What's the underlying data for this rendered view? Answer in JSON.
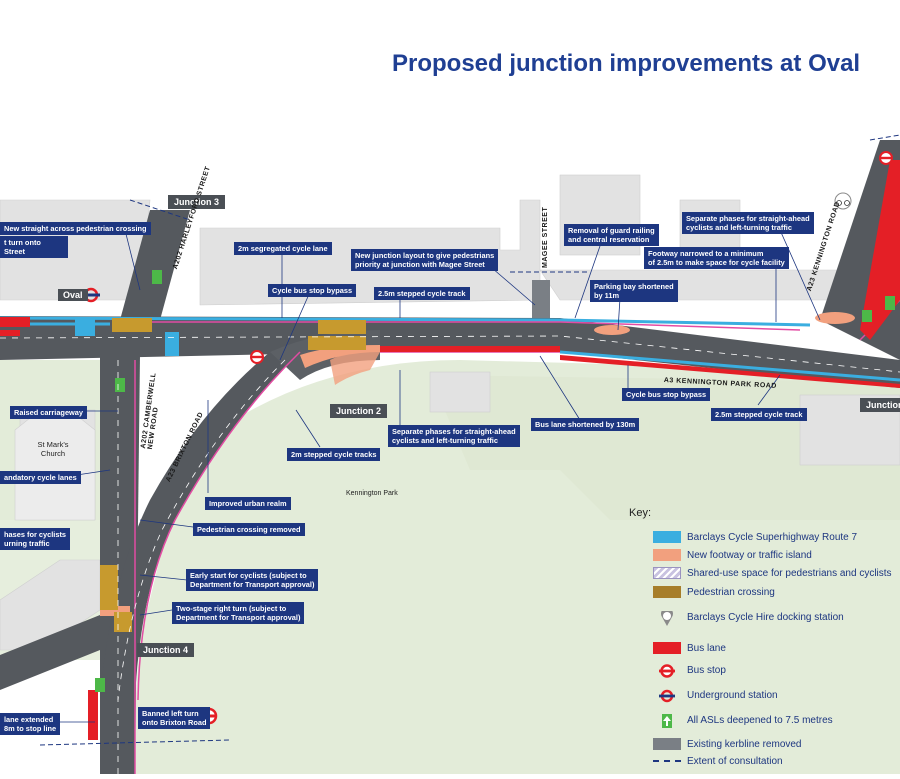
{
  "title": "Proposed junction improvements at Oval",
  "junctions": {
    "j2": "Junction 2",
    "j3": "Junction 3",
    "j4": "Junction 4",
    "j1": "Junction"
  },
  "streets": {
    "harleyford": "A202 HARLEYFORD STREET",
    "camberwell": "A202 CAMBERWELL NEW ROAD",
    "brixton": "A23 BRIXTON ROAD",
    "magee": "MAGEE STREET",
    "kennington_park_road": "A3 KENNINGTON PARK ROAD",
    "kennington_road": "A23 KENNINGTON ROAD"
  },
  "places": {
    "oval": "Oval",
    "church": "St Mark's Church",
    "park": "Kennington Park"
  },
  "callouts": {
    "new_straight": "New straight across pedestrian crossing",
    "banned_right": "t turn onto\nStreet",
    "segregated": "2m segregated cycle lane",
    "cycle_bus_bypass_top": "Cycle bus stop bypass",
    "stepped_25_top": "2.5m stepped cycle track",
    "new_junction_layout": "New junction layout to give pedestrians\npriority at junction with Magee Street",
    "guard_railing": "Removal of guard railing\nand central reservation",
    "parking_bay": "Parking bay shortened\nby 11m",
    "separate_phases_top_right": "Separate phases for straight-ahead\ncyclists and left-turning traffic",
    "footway_narrowed": "Footway narrowed to a minimum\nof 2.5m to make space for cycle facility",
    "cycle_bus_bypass_right": "Cycle bus stop bypass",
    "stepped_25_right": "2.5m stepped cycle track",
    "bus_lane_shortened": "Bus lane shortened by 130m",
    "separate_phases_mid": "Separate phases for straight-ahead\ncyclists and left-turning traffic",
    "stepped_2m": "2m stepped cycle tracks",
    "raised": "Raised carriageway",
    "mandatory": "andatory cycle lanes",
    "phases_left": "hases for cyclists\nurning traffic",
    "urban_realm": "Improved urban realm",
    "ped_crossing_removed": "Pedestrian crossing removed",
    "early_start": "Early start for cyclists (subject to\nDepartment for Transport approval)",
    "two_stage": "Two-stage right turn (subject to\nDepartment for Transport approval)",
    "banned_left": "Banned left turn\nonto Brixton Road",
    "bus_lane_extended": "lane extended\n8m to stop line"
  },
  "key": {
    "title": "Key:",
    "items": [
      {
        "label": "Barclays Cycle Superhighway Route 7",
        "symbol": "cs7-swatch",
        "color": "#3aaee0"
      },
      {
        "label": "New footway or traffic island",
        "symbol": "footway-swatch",
        "color": "#f2a07e"
      },
      {
        "label": "Shared-use space for pedestrians and cyclists",
        "symbol": "shared-swatch",
        "color": "#c8c2e0"
      },
      {
        "label": "Pedestrian crossing",
        "symbol": "crossing-swatch",
        "color": "#a77e2a"
      },
      {
        "label": "Barclays Cycle Hire docking station",
        "symbol": "cycle-hire-icon",
        "color": "#8a8a8a"
      },
      {
        "label": "Bus lane",
        "symbol": "bus-lane-swatch",
        "color": "#e41f26"
      },
      {
        "label": "Bus stop",
        "symbol": "bus-stop-icon",
        "color": "#e41f26"
      },
      {
        "label": "Underground station",
        "symbol": "underground-icon",
        "color": "#1d3680"
      },
      {
        "label": "All ASLs deepened to 7.5 metres",
        "symbol": "asl-icon",
        "color": "#4db848"
      },
      {
        "label": "Existing kerbline removed",
        "symbol": "kerbline-swatch",
        "color": "#7a7f85"
      },
      {
        "label": "Extent of consultation",
        "symbol": "extent-line",
        "color": "#1d3680"
      }
    ]
  },
  "colors": {
    "road": "#55595e",
    "road_light": "#7a7f85",
    "park": "#dfe9d6",
    "building": "#e4e4e4",
    "cs7": "#3aaee0",
    "footway": "#f2a07e",
    "bus_lane": "#e41f26",
    "crossing": "#c79a2e",
    "navy": "#1d3680",
    "pink": "#e24ca3"
  }
}
